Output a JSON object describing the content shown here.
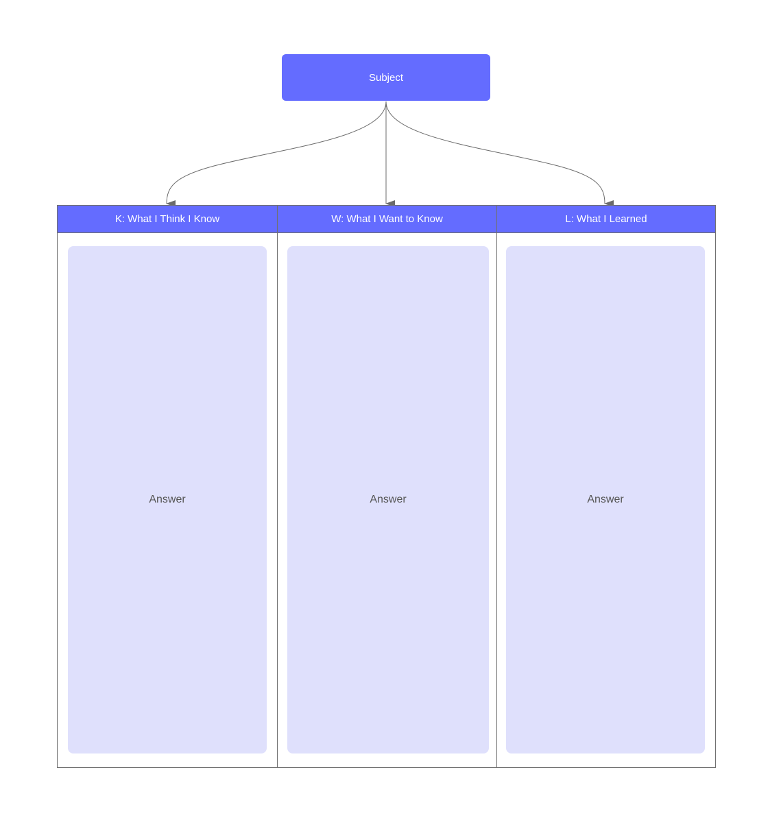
{
  "colors": {
    "primary": "#646cff",
    "card_fill": "#dfe0fc",
    "line": "#6b6b6b"
  },
  "subject": {
    "label": "Subject"
  },
  "columns": [
    {
      "header": "K: What I Think I Know",
      "answer": "Answer"
    },
    {
      "header": "W: What I Want to Know",
      "answer": "Answer"
    },
    {
      "header": "L: What I Learned",
      "answer": "Answer"
    }
  ]
}
